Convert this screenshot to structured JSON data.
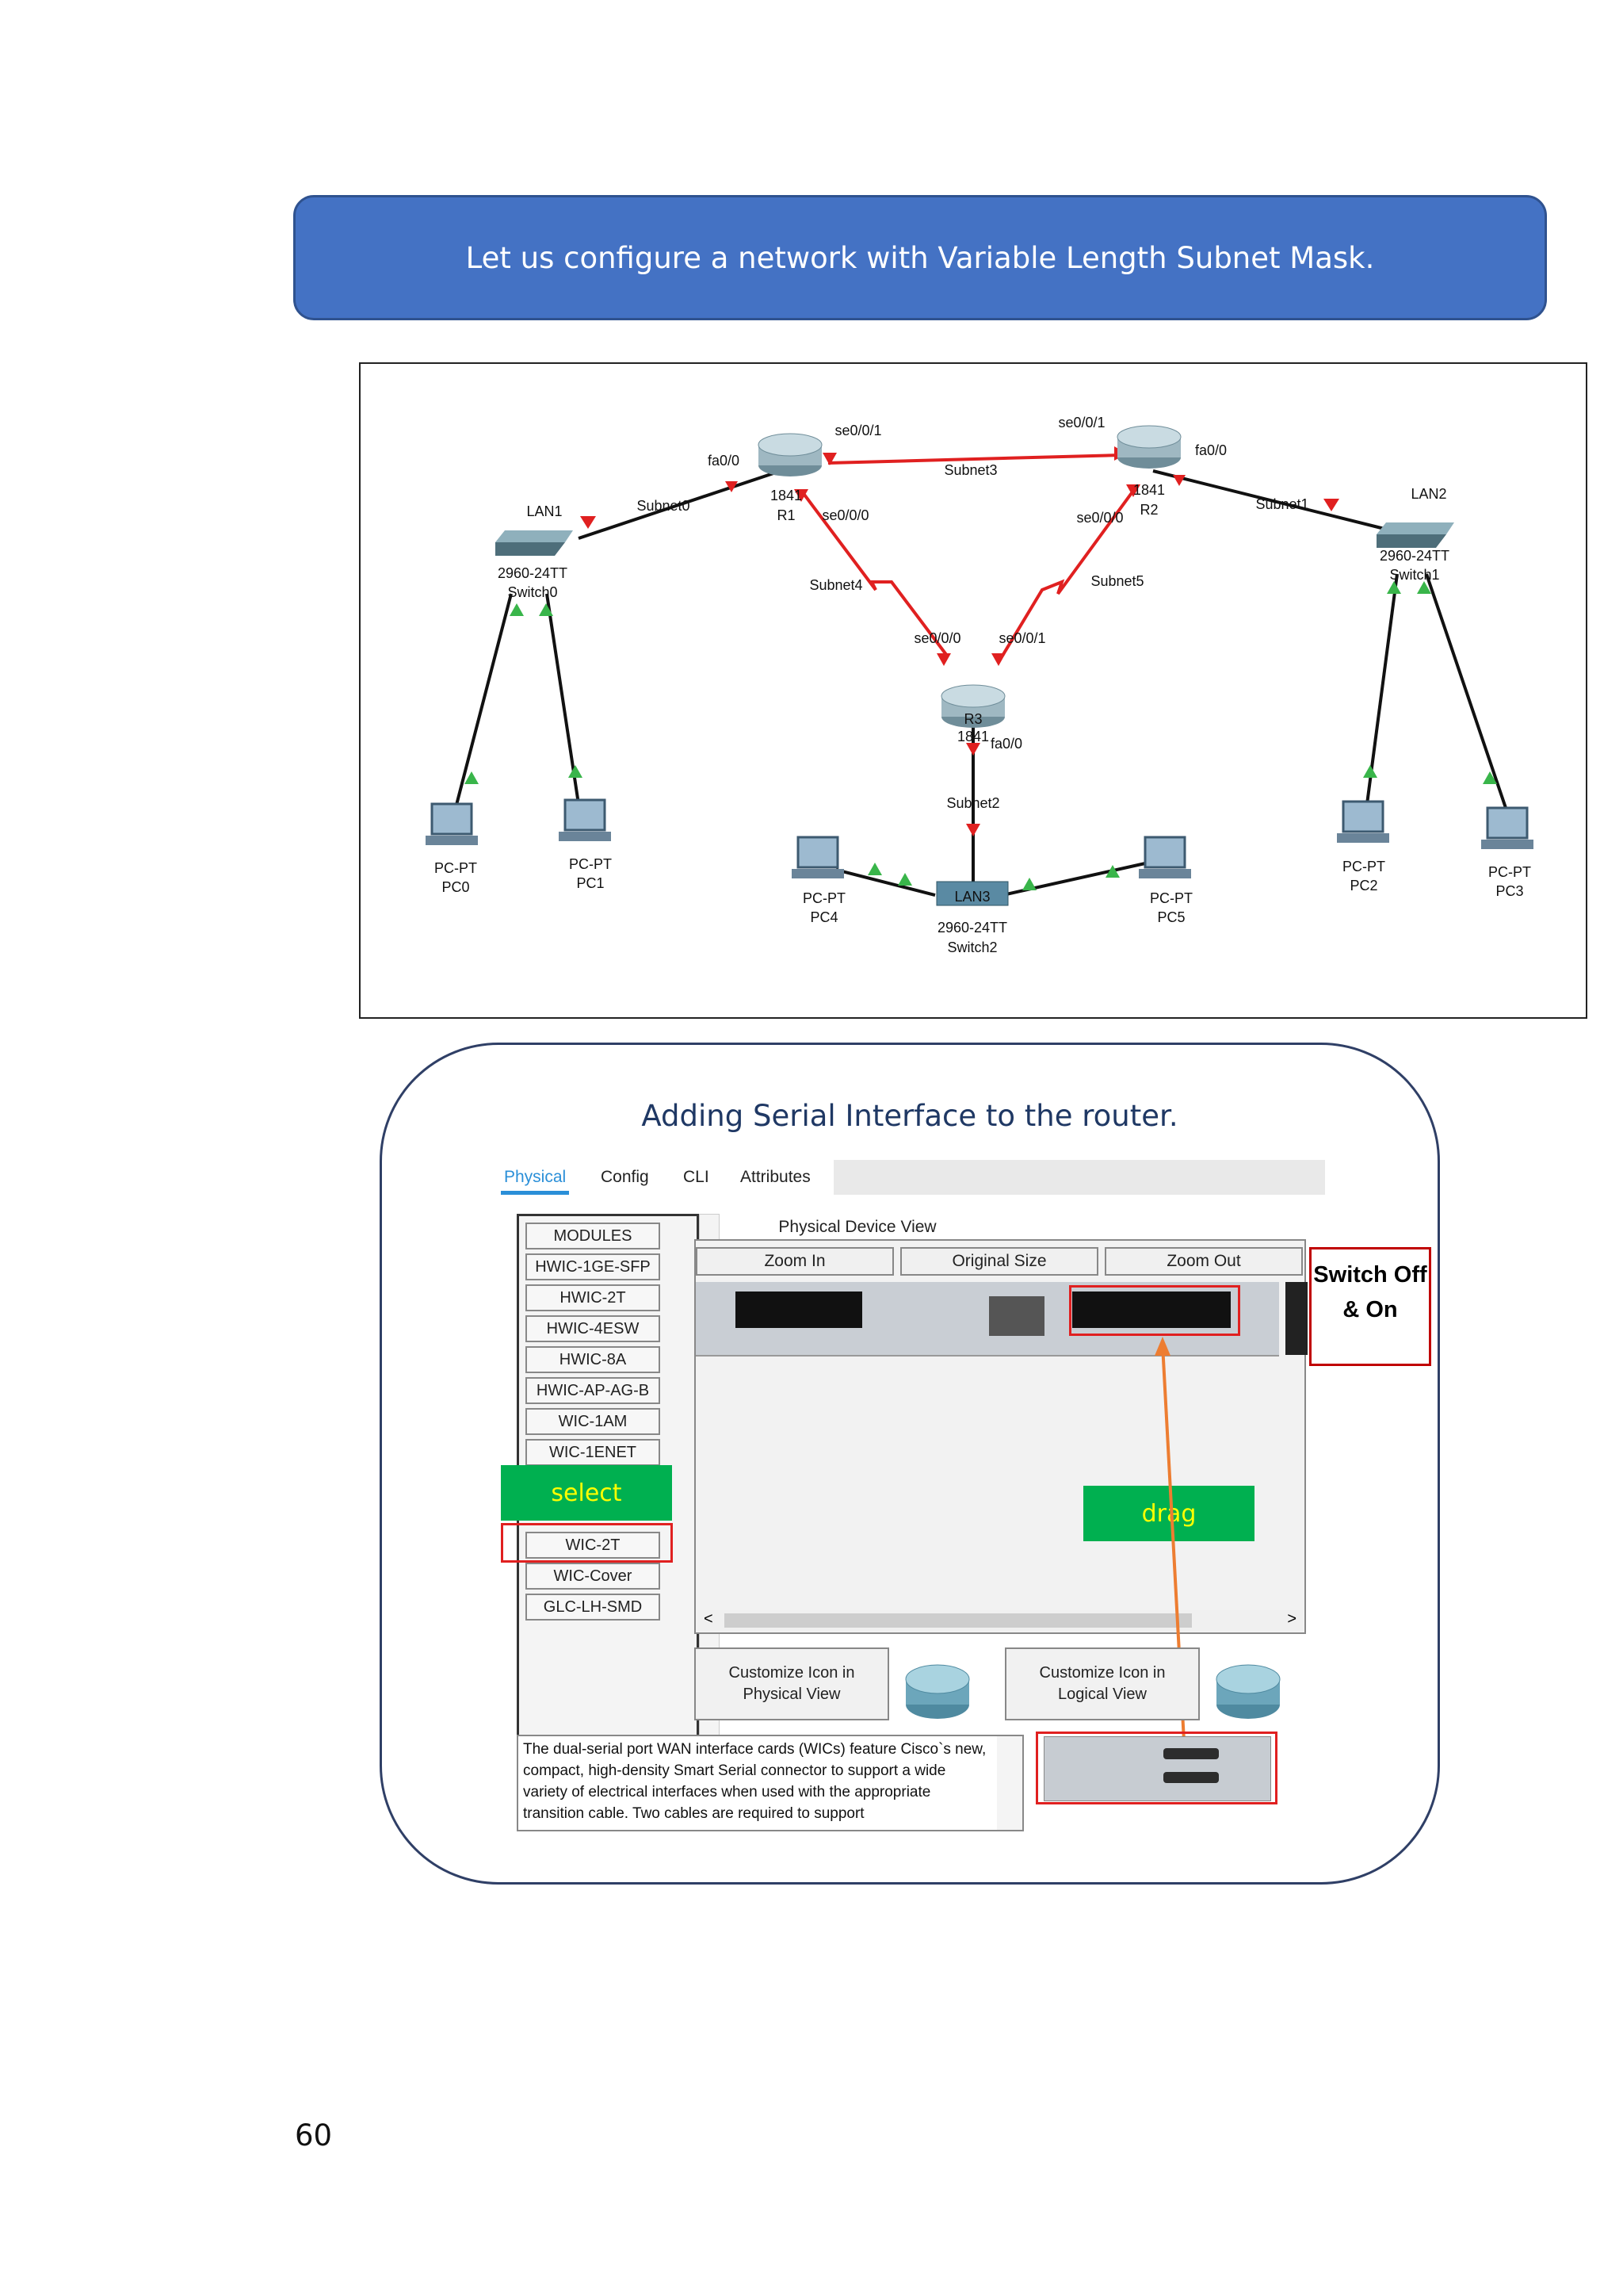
{
  "banner": {
    "text": "Let us configure a network with Variable Length Subnet Mask."
  },
  "topology": {
    "lans": {
      "lan1": "LAN1",
      "lan2": "LAN2",
      "lan3": "LAN3"
    },
    "subnets": [
      "Subnet0",
      "Subnet1",
      "Subnet2",
      "Subnet3",
      "Subnet4",
      "Subnet5"
    ],
    "routers": {
      "r1": {
        "model": "1841",
        "name": "R1"
      },
      "r2": {
        "model": "1841",
        "name": "R2"
      },
      "r3": {
        "model": "1841",
        "name": "R3"
      }
    },
    "switches": {
      "sw0": {
        "model": "2960-24TT",
        "name": "Switch0"
      },
      "sw1": {
        "model": "2960-24TT",
        "name": "Switch1"
      },
      "sw2": {
        "model": "2960-24TT",
        "name": "Switch2"
      }
    },
    "pcs": [
      {
        "type": "PC-PT",
        "name": "PC0"
      },
      {
        "type": "PC-PT",
        "name": "PC1"
      },
      {
        "type": "PC-PT",
        "name": "PC2"
      },
      {
        "type": "PC-PT",
        "name": "PC3"
      },
      {
        "type": "PC-PT",
        "name": "PC4"
      },
      {
        "type": "PC-PT",
        "name": "PC5"
      }
    ],
    "ports": {
      "r1_fa": "fa0/0",
      "r1_se1": "se0/0/1",
      "r1_se0": "se0/0/0",
      "r2_se1": "se0/0/1",
      "r2_fa": "fa0/0",
      "r2_se0": "se0/0/0",
      "r3_se0": "se0/0/0",
      "r3_se1": "se0/0/1",
      "r3_fa": "fa0/0"
    },
    "colors": {
      "serial": "#e02020",
      "ethernet": "#111111",
      "link_up": "#39b54a",
      "link_down": "#e02020"
    }
  },
  "panel": {
    "title": "Adding Serial Interface to the router.",
    "tabs": [
      "Physical",
      "Config",
      "CLI",
      "Attributes"
    ],
    "active_tab": "Physical",
    "modules": [
      "MODULES",
      "HWIC-1GE-SFP",
      "HWIC-2T",
      "HWIC-4ESW",
      "HWIC-8A",
      "HWIC-AP-AG-B",
      "WIC-1AM",
      "WIC-1ENET",
      "WIC-2T",
      "WIC-Cover",
      "GLC-LH-SMD"
    ],
    "device_view_title": "Physical Device View",
    "zoom_buttons": [
      "Zoom In",
      "Original Size",
      "Zoom Out"
    ],
    "scroll_left": "<",
    "scroll_right": ">",
    "customize_physical": "Customize Icon in Physical View",
    "customize_logical": "Customize Icon in Logical View",
    "description": "The dual-serial port WAN interface cards (WICs) feature Cisco`s new, compact, high-density Smart Serial connector to support a wide variety of electrical interfaces when used with the appropriate transition cable. Two cables are required to support",
    "select_label": "select",
    "drag_label": "drag",
    "switch_note": "Switch Off & On",
    "accent": "#2a8fd8",
    "highlight": "#e02020",
    "label_bg": "#00b050",
    "label_fg": "#ffff00"
  },
  "page_number": "60"
}
